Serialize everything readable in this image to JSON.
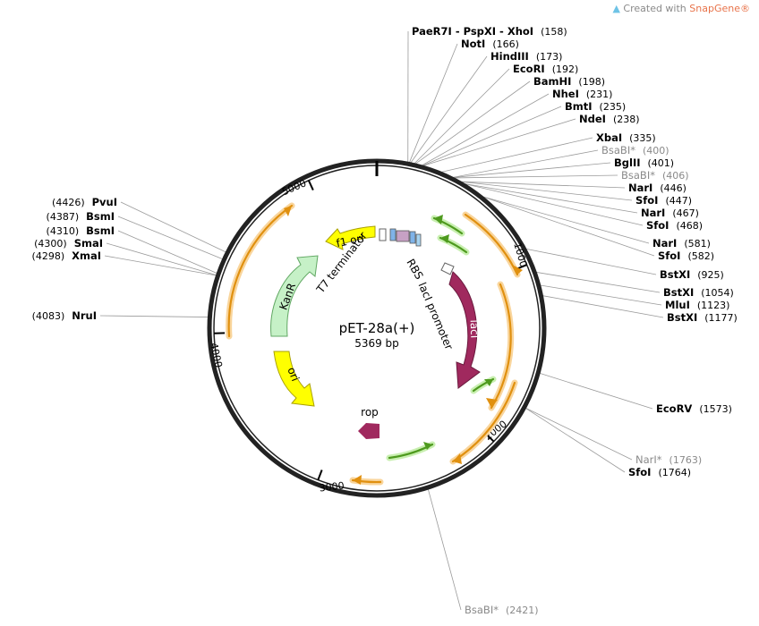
{
  "credit": {
    "prefix": "Created with",
    "brand": "SnapGene®"
  },
  "plasmid": {
    "name": "pET-28a(+)",
    "size_label": "5369 bp",
    "length": 5369
  },
  "ticks": [
    {
      "pos": 1000,
      "label": "1000"
    },
    {
      "pos": 2000,
      "label": "2000"
    },
    {
      "pos": 3000,
      "label": "3000"
    },
    {
      "pos": 4000,
      "label": "4000"
    },
    {
      "pos": 5000,
      "label": "5000"
    }
  ],
  "features": [
    {
      "name": "KanR",
      "label": "KanR",
      "color": "#c6f1c7"
    },
    {
      "name": "ori",
      "label": "ori",
      "color": "#ffff00"
    },
    {
      "name": "f1-ori",
      "label": "f1 ori",
      "color": "#ffff00"
    },
    {
      "name": "lacI",
      "label": "lacI",
      "color": "#a0295e"
    },
    {
      "name": "rop",
      "label": "rop",
      "color": "#a0295e"
    }
  ],
  "feature_labels": {
    "t7_terminator": "T7 terminator",
    "rbs": "RBS",
    "laci_promoter": "lacI promoter"
  },
  "sites_right": [
    {
      "name": "PaeR7I - PspXI - XhoI",
      "pos": "(158)",
      "muted": false
    },
    {
      "name": "NotI",
      "pos": "(166)",
      "muted": false
    },
    {
      "name": "HindIII",
      "pos": "(173)",
      "muted": false
    },
    {
      "name": "EcoRI",
      "pos": "(192)",
      "muted": false
    },
    {
      "name": "BamHI",
      "pos": "(198)",
      "muted": false
    },
    {
      "name": "NheI",
      "pos": "(231)",
      "muted": false
    },
    {
      "name": "BmtI",
      "pos": "(235)",
      "muted": false
    },
    {
      "name": "NdeI",
      "pos": "(238)",
      "muted": false
    },
    {
      "name": "XbaI",
      "pos": "(335)",
      "muted": false
    },
    {
      "name": "BsaBI*",
      "pos": "(400)",
      "muted": true
    },
    {
      "name": "BglII",
      "pos": "(401)",
      "muted": false
    },
    {
      "name": "BsaBI*",
      "pos": "(406)",
      "muted": true
    },
    {
      "name": "NarI",
      "pos": "(446)",
      "muted": false
    },
    {
      "name": "SfoI",
      "pos": "(447)",
      "muted": false
    },
    {
      "name": "NarI",
      "pos": "(467)",
      "muted": false
    },
    {
      "name": "SfoI",
      "pos": "(468)",
      "muted": false
    },
    {
      "name": "NarI",
      "pos": "(581)",
      "muted": false
    },
    {
      "name": "SfoI",
      "pos": "(582)",
      "muted": false
    },
    {
      "name": "BstXI",
      "pos": "(925)",
      "muted": false
    },
    {
      "name": "BstXI",
      "pos": "(1054)",
      "muted": false
    },
    {
      "name": "MluI",
      "pos": "(1123)",
      "muted": false
    },
    {
      "name": "BstXI",
      "pos": "(1177)",
      "muted": false
    },
    {
      "name": "EcoRV",
      "pos": "(1573)",
      "muted": false
    },
    {
      "name": "NarI*",
      "pos": "(1763)",
      "muted": true
    },
    {
      "name": "SfoI",
      "pos": "(1764)",
      "muted": false
    },
    {
      "name": "BsaBI*",
      "pos": "(2421)",
      "muted": true
    }
  ],
  "sites_left": [
    {
      "name": "PvuI",
      "pos": "(4426)",
      "muted": false
    },
    {
      "name": "BsmI",
      "pos": "(4387)",
      "muted": false
    },
    {
      "name": "BsmI",
      "pos": "(4310)",
      "muted": false
    },
    {
      "name": "SmaI",
      "pos": "(4300)",
      "muted": false
    },
    {
      "name": "XmaI",
      "pos": "(4298)",
      "muted": false
    },
    {
      "name": "NruI",
      "pos": "(4083)",
      "muted": false
    }
  ]
}
